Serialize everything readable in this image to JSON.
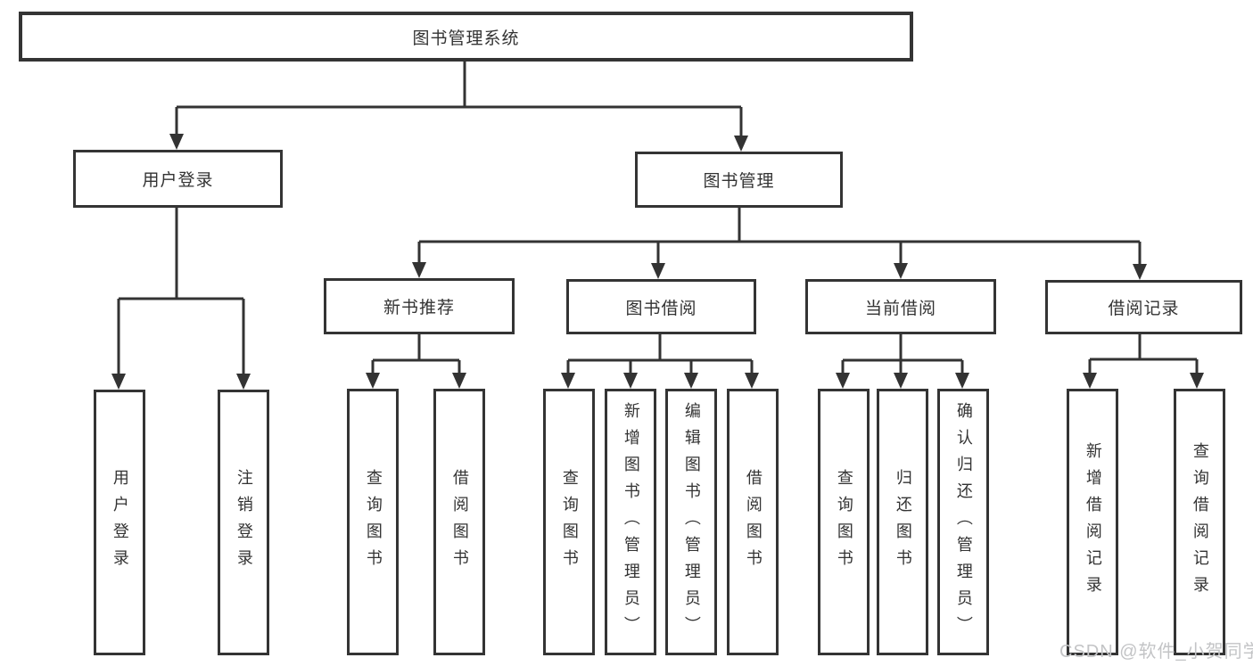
{
  "diagram": {
    "tree": {
      "label": "图书管理系统",
      "children": [
        {
          "label": "用户登录",
          "children": [
            {
              "label": "用户登录"
            },
            {
              "label": "注销登录"
            }
          ]
        },
        {
          "label": "图书管理",
          "children": [
            {
              "label": "新书推荐",
              "children": [
                {
                  "label": "查询图书"
                },
                {
                  "label": "借阅图书"
                }
              ]
            },
            {
              "label": "图书借阅",
              "children": [
                {
                  "label": "查询图书"
                },
                {
                  "label": "新增图书（管理员）"
                },
                {
                  "label": "编辑图书（管理员）"
                },
                {
                  "label": "借阅图书"
                }
              ]
            },
            {
              "label": "当前借阅",
              "children": [
                {
                  "label": "查询图书"
                },
                {
                  "label": "归还图书"
                },
                {
                  "label": "确认归还（管理员）"
                }
              ]
            },
            {
              "label": "借阅记录",
              "children": [
                {
                  "label": "新增借阅记录"
                },
                {
                  "label": "查询借阅记录"
                }
              ]
            }
          ]
        }
      ]
    }
  },
  "watermark": {
    "text": "CSDN @软件_小贺同学"
  },
  "colors": {
    "line": "#333333",
    "box_border": "#343434",
    "text": "#333333",
    "background": "#ffffff",
    "watermark": "#c3c4c6"
  }
}
